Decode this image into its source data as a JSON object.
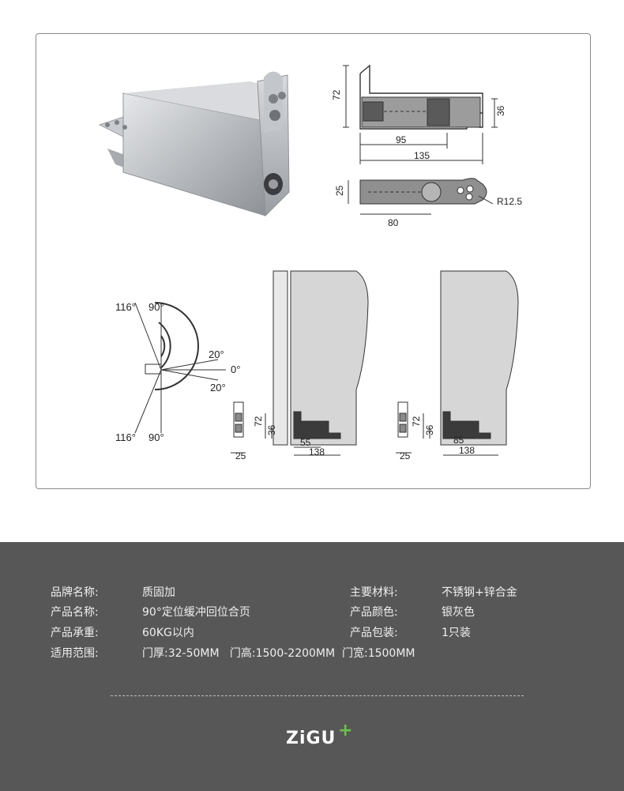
{
  "drawings": {
    "side_view": {
      "height_dim": "72",
      "step_dim": "36",
      "inner_len": "95",
      "total_len": "135"
    },
    "top_view": {
      "width_dim": "25",
      "len_dim": "80",
      "radius": "R12.5"
    },
    "angles": {
      "a116_top": "116°",
      "a90_top": "90°",
      "a20_top": "20°",
      "a0": "0°",
      "a20_bot": "20°",
      "a116_bot": "116°",
      "a90_bot": "90°"
    },
    "install_left": {
      "h72": "72",
      "h36": "36",
      "w55": "55",
      "w138": "138",
      "w25": "25"
    },
    "install_right": {
      "h72": "72",
      "h36": "36",
      "w85": "85",
      "w138": "138",
      "w25": "25"
    }
  },
  "specs": {
    "brand_label": "品牌名称:",
    "brand_value": "质固加",
    "material_label": "主要材料:",
    "material_value": "不锈钢+锌合金",
    "name_label": "产品名称:",
    "name_value": "90°定位缓冲回位合页",
    "color_label": "产品颜色:",
    "color_value": "银灰色",
    "load_label": "产品承重:",
    "load_value": "60KG以内",
    "pack_label": "产品包装:",
    "pack_value": "1只装",
    "range_label": "适用范围:",
    "range_value": "门厚:32-50MM   门高:1500-2200MM  门宽:1500MM"
  },
  "logo": {
    "text": "ZiGU",
    "plus": "+"
  },
  "colors": {
    "panel": "#575757",
    "accent": "#6cc04a"
  }
}
